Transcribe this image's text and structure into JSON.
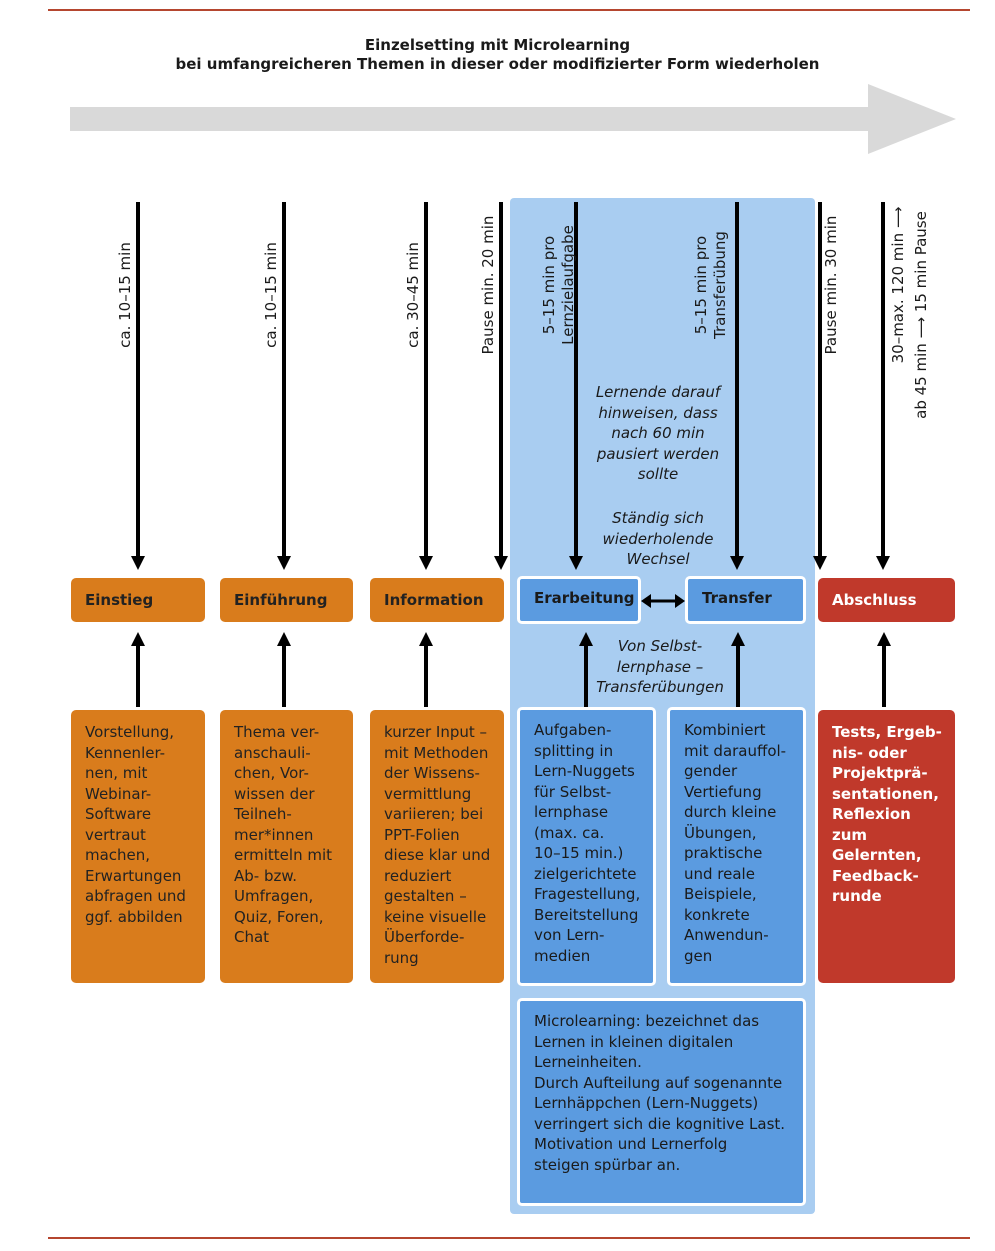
{
  "title": {
    "line1": "Einzelsetting mit Microlearning",
    "line2": "bei umfangreicheren Themen in dieser oder modifizierter Form wiederholen"
  },
  "durations": {
    "einstieg": "ca. 10–15 min",
    "einfuehrung": "ca. 10–15 min",
    "information": "ca. 30–45 min",
    "pause1": "Pause min. 20 min",
    "erarbeitung_1": "5–15 min pro",
    "erarbeitung_2": "Lernzielaufgabe",
    "transfer_1": "5–15 min pro",
    "transfer_2": "Transferübung",
    "pause2": "Pause min. 30 min",
    "abschluss_1": "30–max. 120 min ⟶",
    "abschluss_2": "ab 45 min ⟶ 15 min Pause"
  },
  "notes": {
    "pause_hint": "Lernende darauf\nhinweisen, dass\nnach 60 min\npausiert werden\nsollte",
    "wechsel": "Ständig sich\nwiederholende\nWechsel",
    "selbstlern": "Von Selbst-\nlernphase –\nTransferübungen"
  },
  "stages": {
    "einstieg": "Einstieg",
    "einfuehrung": "Einführung",
    "information": "Information",
    "erarbeitung": "Erarbeitung",
    "transfer": "Transfer",
    "abschluss": "Abschluss"
  },
  "cards": {
    "einstieg": "Vorstellung,\nKennenler-\nnen, mit\nWebinar-\nSoftware\nvertraut\nmachen,\nErwartungen\nabfragen und\nggf. abbilden",
    "einfuehrung": "Thema ver-\nanschauli-\nchen, Vor-\nwissen der\nTeilneh-\nmer*innen\nermitteln mit\nAb- bzw.\nUmfragen,\nQuiz, Foren,\nChat",
    "information": "kurzer Input –\nmit Methoden\nder Wissens-\nvermittlung\nvariieren; bei\nPPT-Folien\ndiese klar und\nreduziert\ngestalten –\nkeine visuelle\nÜberforde-\nrung",
    "erarbeitung": "Aufgaben-\nsplitting in\nLern-Nuggets\nfür Selbst-\nlernphase\n(max. ca.\n10–15 min.)\nzielgerichtete\nFragestellung,\nBereitstellung\nvon Lern-\nmedien",
    "transfer": "Kombiniert\nmit darauffol-\ngender\nVertiefung\ndurch kleine\nÜbungen,\npraktische\nund reale\nBeispiele,\nkonkrete\nAnwendun-\ngen",
    "abschluss": "Tests, Ergeb-\nnis- oder\nProjektprä-\nsentationen,\nReflexion zum\nGelernten,\nFeedback-\nrunde",
    "microlearning": "Microlearning: bezeichnet das\nLernen in kleinen digitalen\nLerneinheiten.\nDurch Aufteilung auf sogenannte\nLernhäppchen (Lern-Nuggets)\nverringert sich die kognitive Last.\nMotivation und Lernerfolg\nsteigen spürbar an."
  },
  "colors": {
    "orange": "#d97c1c",
    "red": "#c0392b",
    "blue": "#5b9be0",
    "light_blue": "#a9cdf1",
    "arrow_gray": "#d9d9d9"
  }
}
